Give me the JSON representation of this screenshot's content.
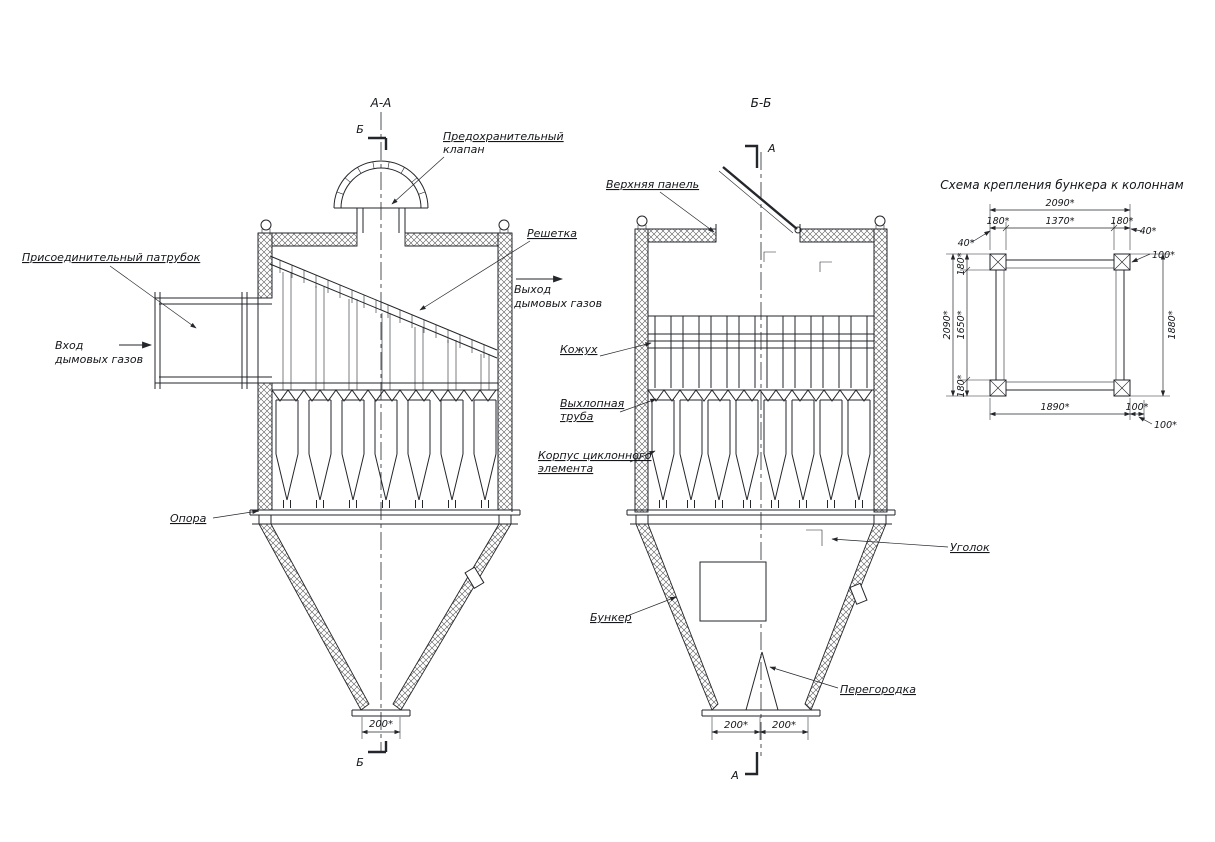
{
  "meta": {
    "background": "#ffffff",
    "line_color": "#23262b"
  },
  "section_aa": {
    "title": "А-А",
    "mark_top": "Б",
    "mark_bottom": "Б",
    "labels": {
      "safety_valve_line1": "Предохранительный",
      "safety_valve_line2": "клапан",
      "grate": "Решетка",
      "inlet_nozzle": "Присоединительный патрубок",
      "gas_inlet_line1": "Вход",
      "gas_inlet_line2": "дымовых газов",
      "gas_outlet_line1": "Выход",
      "gas_outlet_line2": "дымовых газов",
      "support": "Опора"
    },
    "dims": {
      "outlet_width": "200*"
    }
  },
  "section_bb": {
    "title": "Б-Б",
    "mark_top": "А",
    "mark_bottom": "А",
    "labels": {
      "top_panel": "Верхняя панель",
      "casing": "Кожух",
      "exhaust_pipe_line1": "Выхлопная",
      "exhaust_pipe_line2": "труба",
      "cyclone_body_line1": "Корпус циклонного",
      "cyclone_body_line2": "элемента",
      "hopper": "Бункер",
      "angle_bracket": "Уголок",
      "partition": "Перегородка"
    },
    "dims": {
      "outlet_left": "200*",
      "outlet_right": "200*"
    }
  },
  "mounting_scheme": {
    "title": "Схема крепления бункера к колоннам",
    "dims": {
      "top_overall": "2090*",
      "top_seg_left": "180*",
      "top_seg_mid": "1370*",
      "top_seg_right": "180*",
      "top_corner_left": "40*",
      "top_corner_right": "40*",
      "right_top_offset": "100*",
      "left_overall": "2090*",
      "left_seg_top": "180*",
      "left_seg_mid": "1650*",
      "left_seg_bottom": "180*",
      "right_overall": "1880*",
      "bottom_span": "1890*",
      "bottom_offset": "100*",
      "bottom_corner": "100*"
    }
  }
}
